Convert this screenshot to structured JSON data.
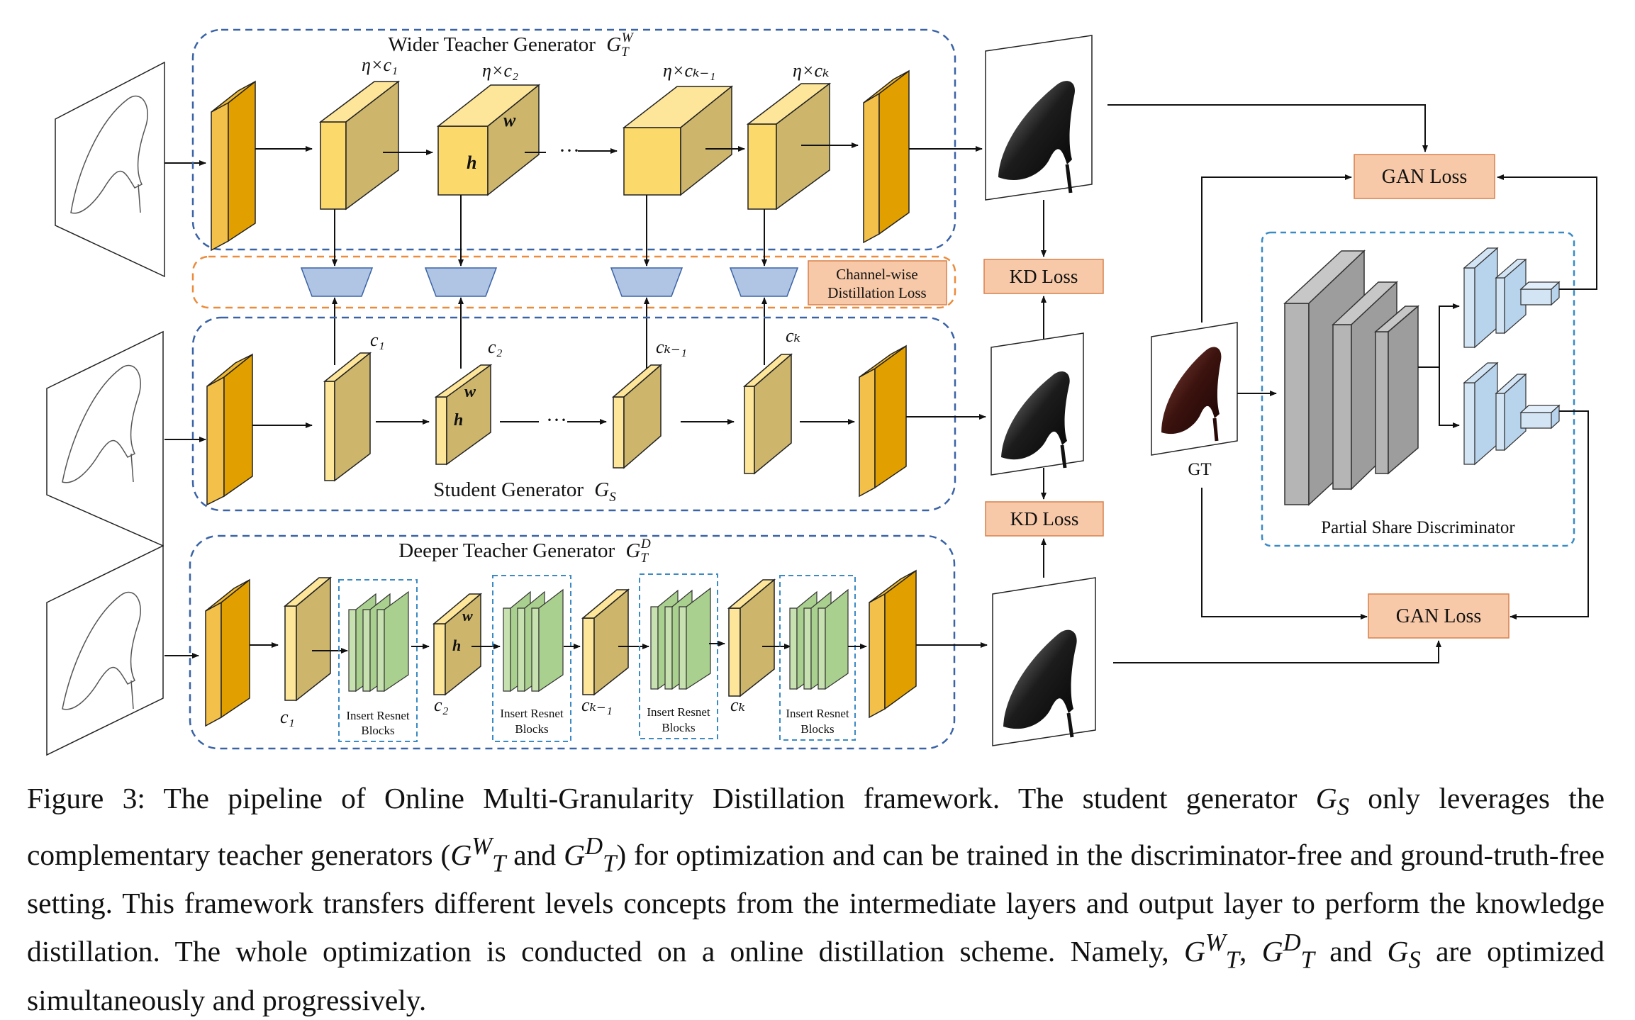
{
  "figure": {
    "wider_teacher": {
      "title": "Wider Teacher Generator",
      "symbol": "G",
      "sub": "T",
      "sup": "W",
      "channel_labels": [
        "η×c₁",
        "η×c₂",
        "η×cₖ₋₁",
        "η×cₖ"
      ],
      "dim_w": "w",
      "dim_h": "h",
      "ellipsis": "···"
    },
    "distillation_label": [
      "Channel-wise",
      "Distillation Loss"
    ],
    "student": {
      "title": "Student Generator",
      "symbol": "G",
      "sub": "S",
      "channel_labels": [
        "c₁",
        "c₂",
        "cₖ₋₁",
        "cₖ"
      ],
      "dim_w": "w",
      "dim_h": "h",
      "ellipsis": "···"
    },
    "deeper_teacher": {
      "title": "Deeper Teacher Generator",
      "symbol": "G",
      "sub": "T",
      "sup": "D",
      "channel_labels": [
        "c₁",
        "c₂",
        "cₖ₋₁",
        "cₖ"
      ],
      "dim_w": "w",
      "dim_h": "h",
      "resnet_label": [
        "Insert Resnet",
        "Blocks"
      ]
    },
    "kd_loss_label": "KD Loss",
    "gan_loss_label": "GAN Loss",
    "gt_label": "GT",
    "discriminator_title": "Partial Share Discriminator",
    "colors": {
      "feature_orange": "#e2a000",
      "feature_yellow": "#fcd96b",
      "feature_tan": "#cdb66c",
      "projector_blue": "#b0c4e4",
      "loss_box_fill": "#f7c9a8",
      "resnet_green": "#a9d08e",
      "disc_gray": "#9d9d9d",
      "head_blue": "#b8d3ec",
      "group_border_blue": "#3a63a6",
      "group_border_orange": "#ec8b3a"
    }
  },
  "caption": {
    "label": "Figure 3:",
    "text_1": "The pipeline of Online Multi-Granularity Distillation framework. The student generator",
    "gs": "G",
    "gs_sub": "S",
    "text_2": "only leverages the complementary teacher generators (",
    "gtw": "G",
    "gtw_sub": "T",
    "gtw_sup": "W",
    "text_and": "and",
    "gtd": "G",
    "gtd_sub": "T",
    "gtd_sup": "D",
    "text_3": ") for optimization and can be trained in the discriminator-free and ground-truth-free setting. This framework transfers different levels concepts from the intermediate layers and output layer to perform the knowledge distillation. The whole optimization is conducted on a online distillation scheme. Namely,",
    "text_and2": "and",
    "text_4": "are optimized simultaneously and progressively."
  }
}
